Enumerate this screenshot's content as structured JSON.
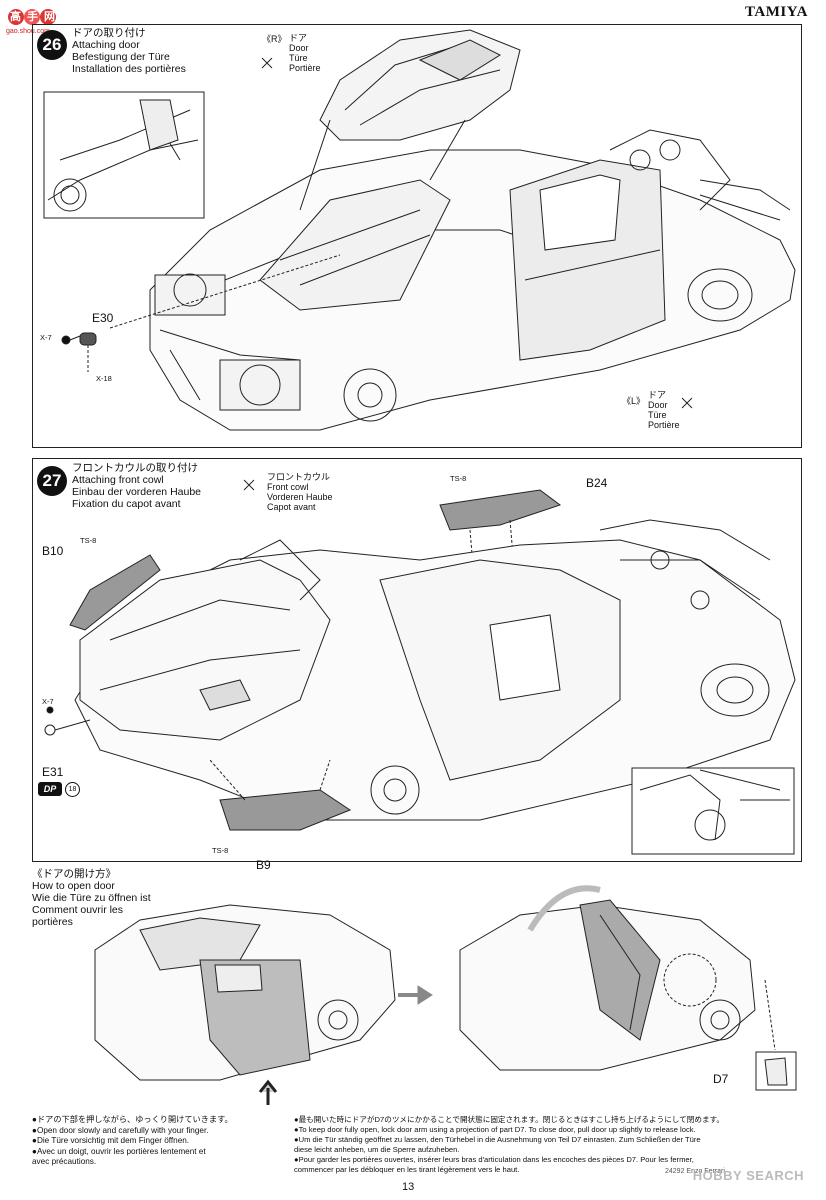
{
  "brand": "TAMIYA",
  "watermark_text": "高手网",
  "watermark_url": "gao.shou.com",
  "step26": {
    "number": "26",
    "title_jp": "ドアの取り付け",
    "title_en": "Attaching door",
    "title_de": "Befestigung der Türe",
    "title_fr": "Installation des portières",
    "door_r": {
      "side": "《R》",
      "jp": "ドア",
      "en": "Door",
      "de": "Türe",
      "fr": "Portière"
    },
    "door_l": {
      "side": "《L》",
      "jp": "ドア",
      "en": "Door",
      "de": "Türe",
      "fr": "Portière"
    },
    "part_e30": "E30",
    "screw_x7": "X-7",
    "screw_x18": "X-18"
  },
  "step27": {
    "number": "27",
    "title_jp": "フロントカウルの取り付け",
    "title_en": "Attaching front cowl",
    "title_de": "Einbau der vorderen Haube",
    "title_fr": "Fixation du capot avant",
    "cowl": {
      "jp": "フロントカウル",
      "en": "Front cowl",
      "de": "Vorderen Haube",
      "fr": "Capot avant"
    },
    "part_b24": "B24",
    "part_b10": "B10",
    "part_b9": "B9",
    "part_e31": "E31",
    "ts8_a": "TS-8",
    "ts8_b": "TS-8",
    "ts8_c": "TS-8",
    "x7": "X-7",
    "dp_badge": "DP",
    "dp_num": "18"
  },
  "howto": {
    "jp": "《ドアの開け方》",
    "en": "How to open door",
    "de": "Wie die Türe zu öffnen ist",
    "fr1": "Comment ouvrir les",
    "fr2": "portières",
    "part_d7": "D7"
  },
  "notes_left": [
    "●ドアの下部を押しながら、ゆっくり開けていきます。",
    "●Open door slowly and carefully with your finger.",
    "●Die Türe vorsichtig mit dem Finger öffnen.",
    "●Avec un doigt, ouvrir les portières lentement et",
    "avec précautions."
  ],
  "notes_right": [
    "●最も開いた時にドアがD7のツメにかかることで開状態に固定されます。閉じるときはすこし持ち上げるようにして閉めます。",
    "●To keep door fully open, lock door arm using a projection of part D7. To close door, pull door up slightly to release lock.",
    "●Um die Tür ständig geöffnet zu lassen, den Türhebel in die Ausnehmung von Teil D7 einrasten. Zum Schließen der Türe",
    "diese leicht anheben, um die Sperre aufzuheben.",
    "●Pour garder les portières ouvertes, insérer leurs bras d'articulation dans les encoches des pièces D7. Pour les fermer,",
    "commencer par les débloquer en les tirant légèrement vers le haut."
  ],
  "footer_small": "24292 Enzo Ferrari",
  "page_number": "13",
  "watermark_br": "HOBBY SEARCH"
}
